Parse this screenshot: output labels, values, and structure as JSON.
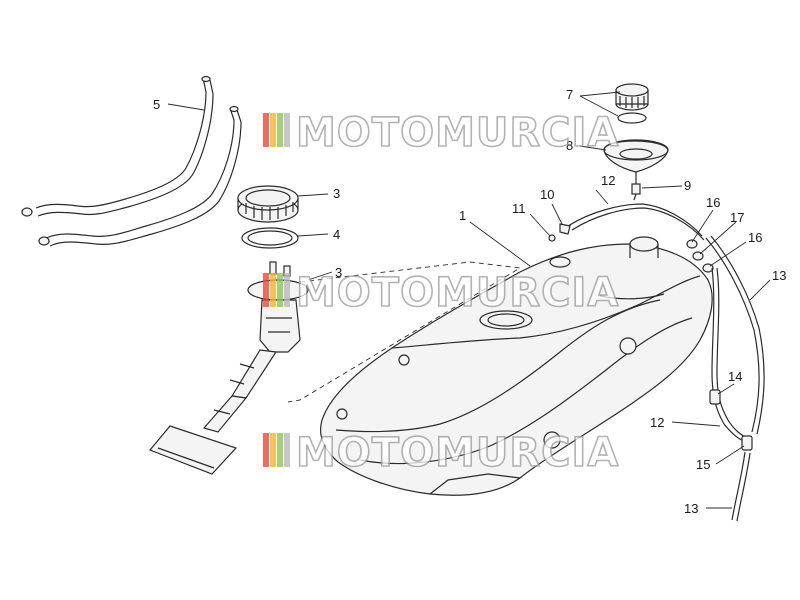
{
  "watermark": {
    "text": "MOTOMURCIA",
    "stripe_colors": [
      "#e64a3b",
      "#f2b23a",
      "#8fc64f",
      "#b9b9b9"
    ],
    "outline_color": "#9a9a9a"
  },
  "callouts": [
    {
      "id": "c1",
      "label": "1"
    },
    {
      "id": "c3",
      "label": "3"
    },
    {
      "id": "c3b",
      "label": "3"
    },
    {
      "id": "c4",
      "label": "4"
    },
    {
      "id": "c5",
      "label": "5"
    },
    {
      "id": "c7",
      "label": "7"
    },
    {
      "id": "c8",
      "label": "8"
    },
    {
      "id": "c9",
      "label": "9"
    },
    {
      "id": "c10",
      "label": "10"
    },
    {
      "id": "c11",
      "label": "11"
    },
    {
      "id": "c12a",
      "label": "12"
    },
    {
      "id": "c12b",
      "label": "12"
    },
    {
      "id": "c13a",
      "label": "13"
    },
    {
      "id": "c13b",
      "label": "13"
    },
    {
      "id": "c14",
      "label": "14"
    },
    {
      "id": "c15",
      "label": "15"
    },
    {
      "id": "c16a",
      "label": "16"
    },
    {
      "id": "c16b",
      "label": "16"
    },
    {
      "id": "c17",
      "label": "17"
    }
  ]
}
